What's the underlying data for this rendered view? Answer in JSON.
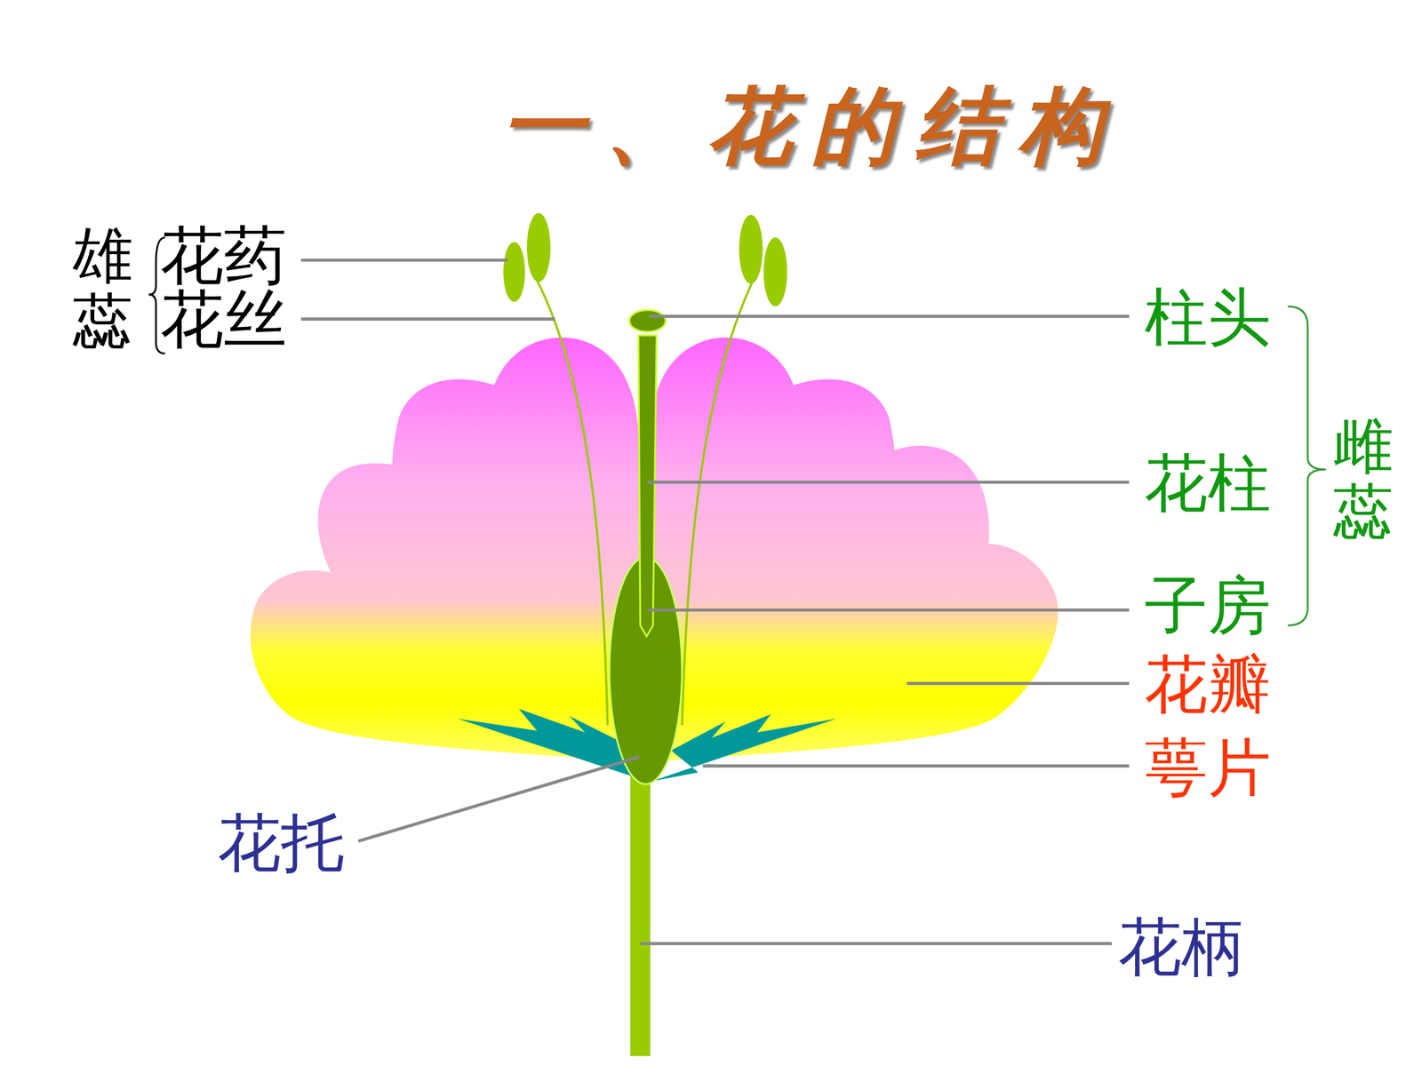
{
  "diagram": {
    "title": "一、花的结构",
    "labels": [
      "雄蕊",
      "花药",
      "花丝",
      "柱头",
      "花柱",
      "子房",
      "雌蕊",
      "花瓣",
      "萼片",
      "花托",
      "花柄"
    ]
  }
}
